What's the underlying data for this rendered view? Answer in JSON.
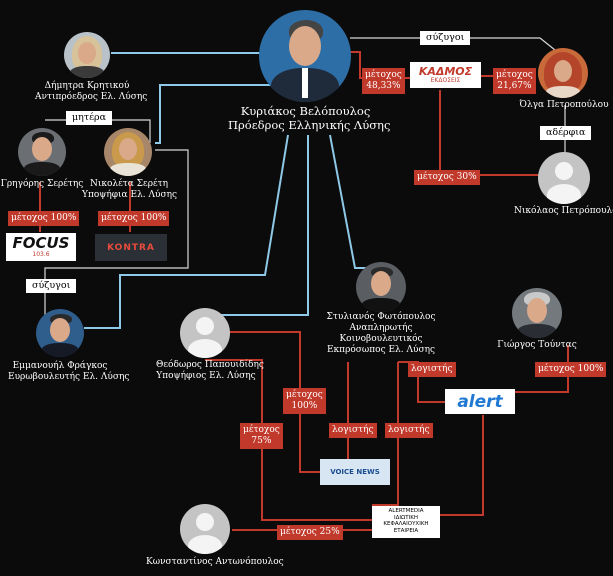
{
  "people": {
    "kyriakos": {
      "name": "Κυριάκος Βελόπουλος",
      "role": "Πρόεδρος Ελληνικής Λύσης"
    },
    "dimitra": {
      "name": "Δήμητρα Κρητικού",
      "role": "Αντιπρόεδρος Ελ. Λύσης"
    },
    "grigoris": {
      "name": "Γρηγόρης Σερέτης"
    },
    "nikoleta": {
      "name": "Νικολέτα Σερέτη",
      "role": "Υποψήφια Ελ. Λύσης"
    },
    "emmanouil": {
      "name": "Εμμανουήλ Φράγκος",
      "role": "Ευρωβουλευτής Ελ. Λύσης"
    },
    "olga": {
      "name": "Όλγα Πετροπούλου"
    },
    "nikolaos": {
      "name": "Νικόλαος Πετρόπουλος"
    },
    "stylianos": {
      "name": "Στυλιανός Φωτόπουλος",
      "role1": "Αναπληρωτής",
      "role2": "Κοινοβουλευτικός",
      "role3": "Εκπρόσωπος Ελ. Λύσης"
    },
    "giorgos": {
      "name": "Γιώργος Τούντας"
    },
    "theodoros": {
      "name": "Θεόδωρος Παπουιδίδης",
      "role": "Υποψήφιος Ελ. Λύσης"
    },
    "konstantinos": {
      "name": "Κωνσταντίνος Αντωνόπουλος"
    }
  },
  "relations": {
    "mother": "μητέρα",
    "spouses_top": "σύζυγοι",
    "siblings": "αδέρφια",
    "spouses_left": "σύζυγοι"
  },
  "tags": {
    "k_kadmos_1": "μέτοχος",
    "k_kadmos_2": "48,33%",
    "olga_kadmos_1": "μέτοχος",
    "olga_kadmos_2": "21,67%",
    "nikolaos_kadmos": "μέτοχος 30%",
    "grigoris_focus": "μέτοχος 100%",
    "nikoleta_kontra": "μέτοχος 100%",
    "theo_voice_1": "μέτοχος",
    "theo_voice_2": "100%",
    "theo_alert_1": "μέτοχος",
    "theo_alert_2": "75%",
    "accountant_1": "λογιστής",
    "accountant_2": "λογιστής",
    "accountant_3": "λογιστής",
    "giorgos_alert": "μέτοχος 100%",
    "konst_alertmedia": "μέτοχος 25%"
  },
  "logos": {
    "kadmos": "ΚΑΔΜΟΣ",
    "kadmos_sub": "ΕΚΔΟΣΕΙΣ",
    "focus": "FOCUS",
    "focus_sub": "103.6",
    "kontra": "KONTRA",
    "alert": "alert",
    "voice_news": "VOICE NEWS"
  },
  "company_box": {
    "line1": "ALERTMEDIA",
    "line2": "ΙΔΙΩΤΙΚΗ",
    "line3": "ΚΕΦΑΛΑΙΟΥΧΙΚΗ",
    "line4": "ΕΤΑΙΡΕΙΑ"
  },
  "colors": {
    "background": "#0b0b0b",
    "tag": "#c0392b",
    "line_blue": "#8ec9e8",
    "line_red": "#c0392b",
    "line_white": "#d8d8d8"
  }
}
